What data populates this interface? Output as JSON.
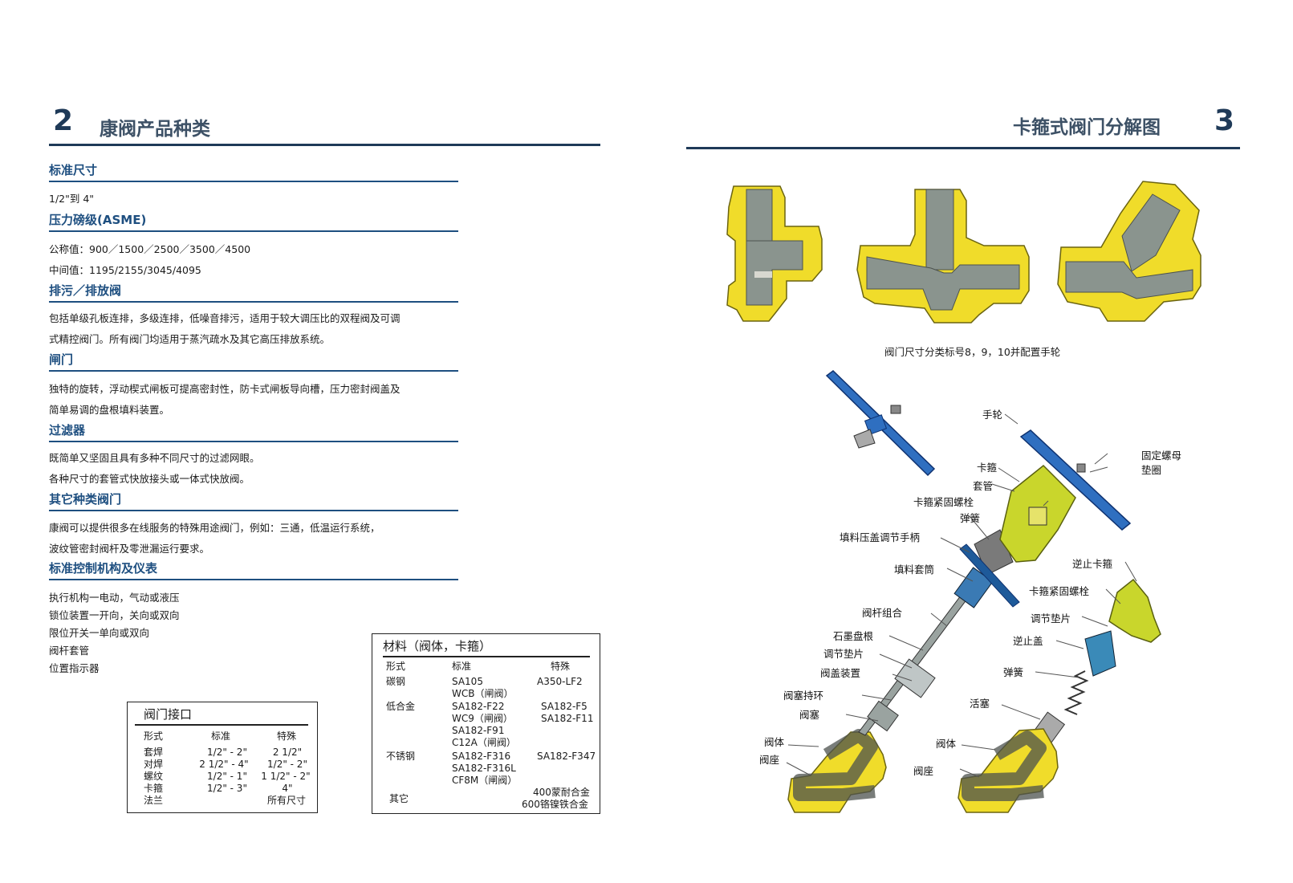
{
  "left_page": {
    "number": "2",
    "title": "康阀产品种类",
    "sections": [
      {
        "heading": "标准尺寸",
        "lines": [
          "1/2\"到 4\""
        ]
      },
      {
        "heading": "压力磅级(ASME)",
        "lines": [
          "公称值：900／1500／2500／3500／4500",
          "中间值：1195/2155/3045/4095"
        ]
      },
      {
        "heading": "排污／排放阀",
        "lines": [
          "包括单级孔板连排，多级连排，低噪音排污，适用于较大调压比的双程阀及可调",
          "式精控阀门。所有阀门均适用于蒸汽疏水及其它高压排放系统。"
        ]
      },
      {
        "heading": "闸门",
        "lines": [
          "独特的旋转，浮动楔式闸板可提高密封性，防卡式闸板导向槽，压力密封阀盖及",
          "简单易调的盘根填料装置。"
        ]
      },
      {
        "heading": "过滤器",
        "lines": [
          "既简单又坚固且具有多种不同尺寸的过滤网眼。",
          "各种尺寸的套管式快放接头或一体式快放阀。"
        ]
      },
      {
        "heading": "其它种类阀门",
        "lines": [
          "康阀可以提供很多在线服务的特殊用途阀门，例如：三通，低温运行系统，",
          "波纹管密封阀杆及零泄漏运行要求。"
        ]
      },
      {
        "heading": "标准控制机构及仪表",
        "lines": []
      }
    ],
    "control_list": [
      "执行机构一电动，气动或液压",
      "锁位装置一开向，关向或双向",
      "限位开关一单向或双向",
      "阀杆套管",
      "位置指示器"
    ],
    "connection_table": {
      "title": "阀门接口",
      "headers": [
        "形式",
        "标准",
        "特殊"
      ],
      "rows": [
        [
          "套焊",
          "1/2\" - 2\"",
          "2 1/2\""
        ],
        [
          "对焊",
          "2 1/2\" - 4\"",
          "1/2\" - 2\""
        ],
        [
          "螺纹",
          "1/2\" - 1\"",
          "1 1/2\" - 2\""
        ],
        [
          "卡箍",
          "1/2\" - 3\"",
          "4\""
        ],
        [
          "法兰",
          "",
          "所有尺寸"
        ]
      ]
    },
    "material_table": {
      "title": "材料（阀体，卡箍）",
      "headers": [
        "形式",
        "标准",
        "特殊"
      ],
      "rows": [
        {
          "type": "碳钢",
          "standard": [
            "SA105",
            "WCB（闸阀）"
          ],
          "special": [
            "A350-LF2"
          ]
        },
        {
          "type": "低合金",
          "standard": [
            "SA182-F22",
            "WC9（闸阀）",
            "SA182-F91",
            "C12A（闸阀）"
          ],
          "special": [
            "SA182-F5",
            "SA182-F11"
          ]
        },
        {
          "type": "不锈钢",
          "standard": [
            "SA182-F316",
            "SA182-F316L",
            "CF8M（闸阀）"
          ],
          "special": [
            "SA182-F347"
          ]
        },
        {
          "type": "其它",
          "standard": [],
          "special": [
            "400蒙耐合金",
            "600铬镍铁合金"
          ]
        }
      ]
    }
  },
  "right_page": {
    "number": "3",
    "title": "卡箍式阀门分解图",
    "caption": "阀门尺寸分类标号8，9，10并配置手轮",
    "labels": {
      "handwheel": "手轮",
      "lock_nut": "固定螺母",
      "washer": "垫圈",
      "clamp": "卡箍",
      "sleeve": "套管",
      "clamp_bolt": "卡箍紧固螺栓",
      "spring": "弹簧",
      "gland_handle": "填料压盖调节手柄",
      "packing_sleeve": "填料套筒",
      "stem_assembly": "阀杆组合",
      "graphite_packing": "石墨盘根",
      "adjust_shim": "调节垫片",
      "bonnet_assembly": "阀盖装置",
      "disc_retainer": "阀塞持环",
      "disc": "阀塞",
      "body": "阀体",
      "seat": "阀座",
      "check_clamp": "逆止卡箍",
      "clamp_bolt_2": "卡箍紧固螺栓",
      "adjust_shim_2": "调节垫片",
      "check_cover": "逆止盖",
      "spring_2": "弹簧",
      "piston": "活塞",
      "body_2": "阀体",
      "seat_2": "阀座"
    }
  },
  "colors": {
    "navy": "#1f3a58",
    "heading_blue": "#1e4f80",
    "valve_yellow": "#f0dc2a",
    "valve_gray": "#8a948e",
    "handwheel_blue": "#2f6fc0",
    "clamp_green": "#c9d62c"
  }
}
